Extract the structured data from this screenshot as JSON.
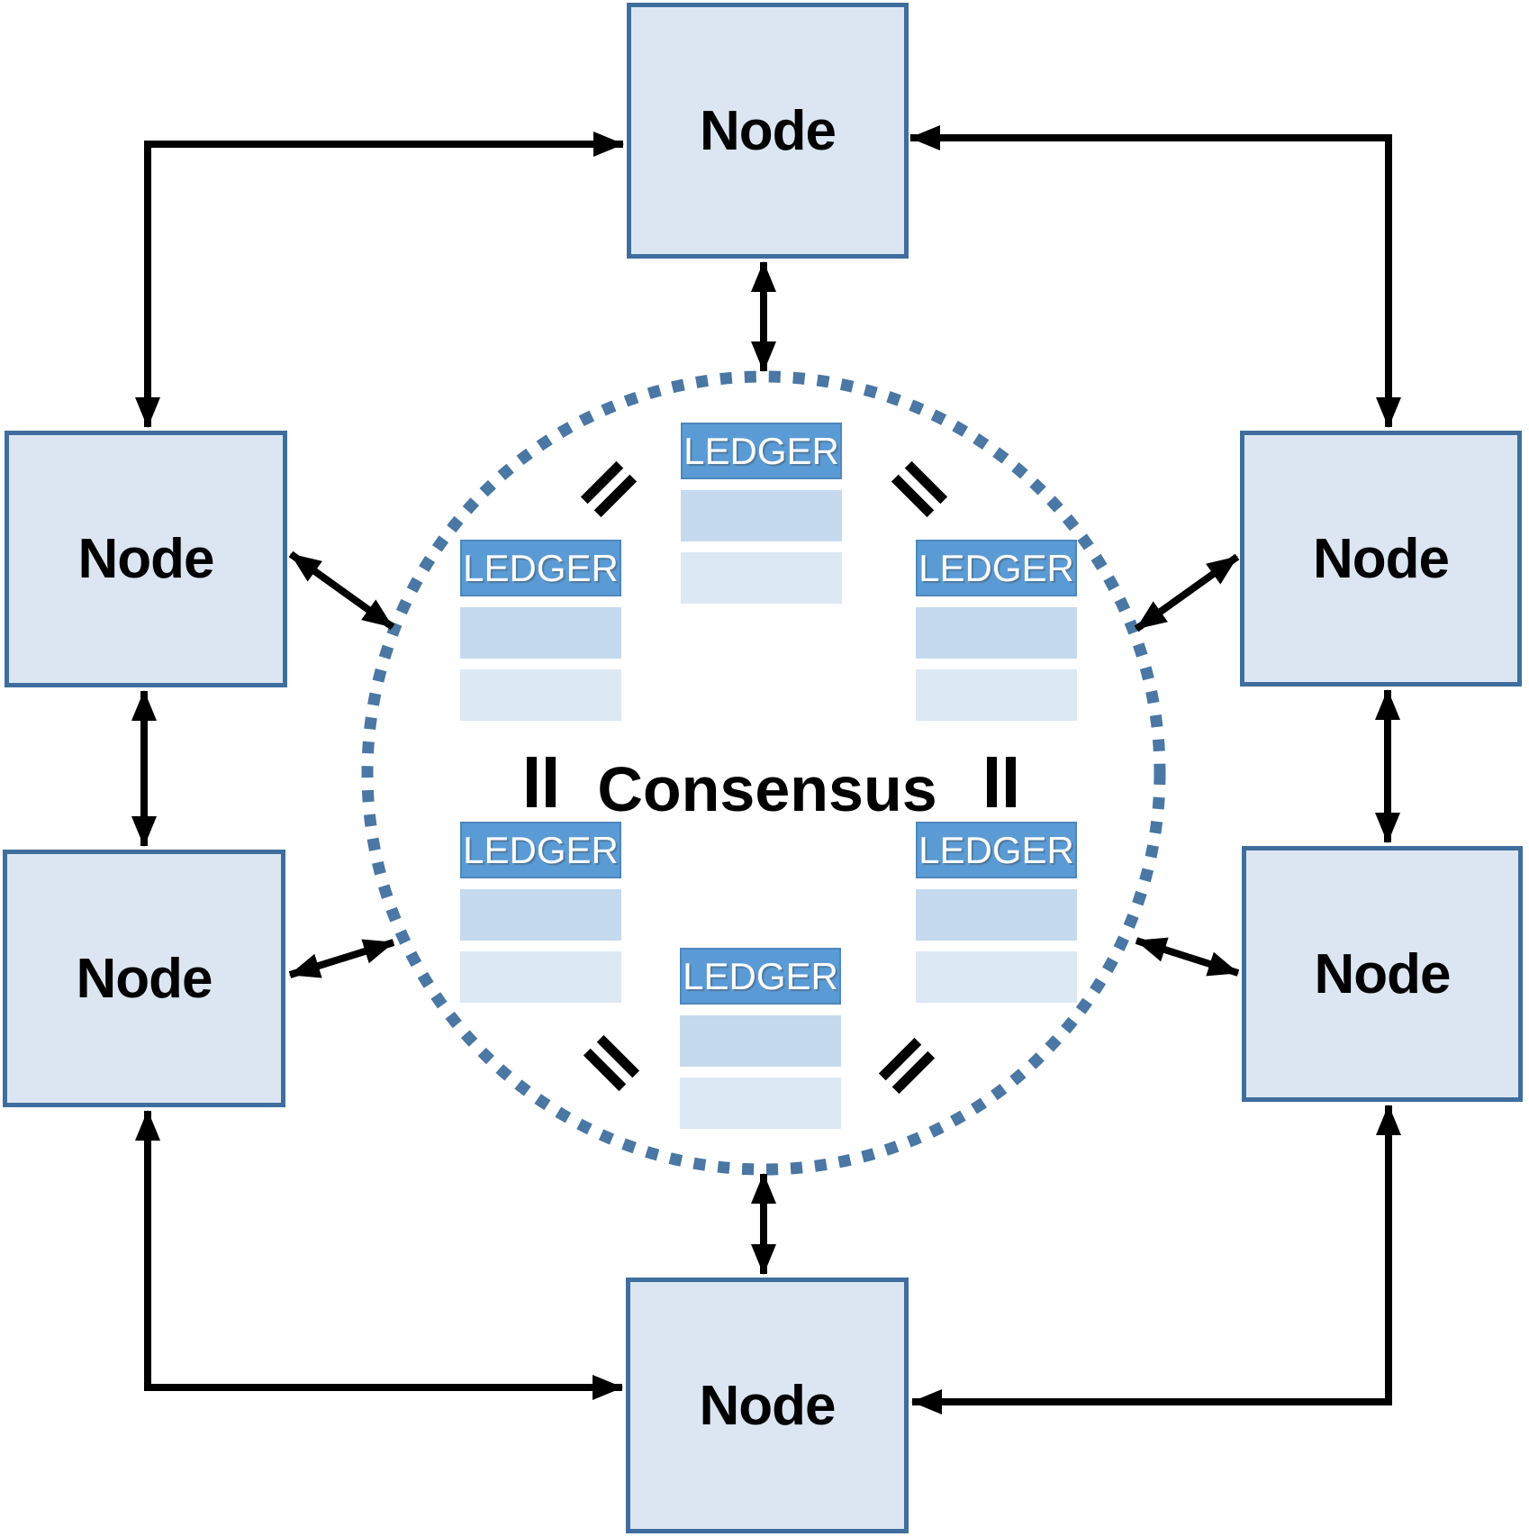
{
  "diagram": {
    "description": "Peer-to-peer blockchain network: six nodes around a dotted consensus circle containing replicated ledgers"
  },
  "consensus": {
    "label": "Consensus"
  },
  "nodes": [
    {
      "id": "top",
      "label": "Node"
    },
    {
      "id": "left-middle",
      "label": "Node"
    },
    {
      "id": "right-middle",
      "label": "Node"
    },
    {
      "id": "left-lower",
      "label": "Node"
    },
    {
      "id": "right-lower",
      "label": "Node"
    },
    {
      "id": "bottom",
      "label": "Node"
    }
  ],
  "ledgers": [
    {
      "position": "top-center",
      "label": "LEDGER"
    },
    {
      "position": "upper-left",
      "label": "LEDGER"
    },
    {
      "position": "upper-right",
      "label": "LEDGER"
    },
    {
      "position": "lower-left",
      "label": "LEDGER"
    },
    {
      "position": "lower-right",
      "label": "LEDGER"
    },
    {
      "position": "bottom-center",
      "label": "LEDGER"
    }
  ],
  "colors": {
    "node_fill": "#dce6f2",
    "node_border": "#3f6e9e",
    "ledger_header": "#5b9bd5",
    "ledger_header_border": "#4d87bd",
    "ledger_row_medium": "#c5daee",
    "ledger_row_light": "#dde8f5",
    "ring_dot": "#4a77a4",
    "arrow": "#000000",
    "text": "#000000",
    "background": "#ffffff"
  }
}
